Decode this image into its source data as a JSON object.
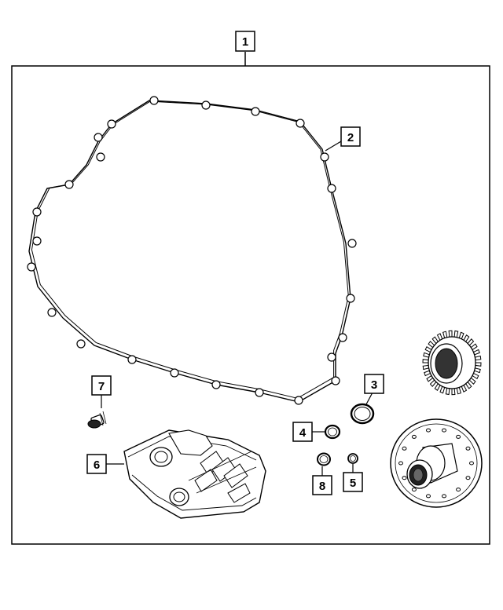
{
  "diagram": {
    "callouts": [
      {
        "id": "kit",
        "label": "1"
      },
      {
        "id": "gasket",
        "label": "2"
      },
      {
        "id": "seal-large",
        "label": "3"
      },
      {
        "id": "o-ring-medium",
        "label": "4"
      },
      {
        "id": "o-ring-small",
        "label": "5"
      },
      {
        "id": "filter",
        "label": "6"
      },
      {
        "id": "plug",
        "label": "7"
      },
      {
        "id": "o-ring-small-2",
        "label": "8"
      }
    ]
  }
}
